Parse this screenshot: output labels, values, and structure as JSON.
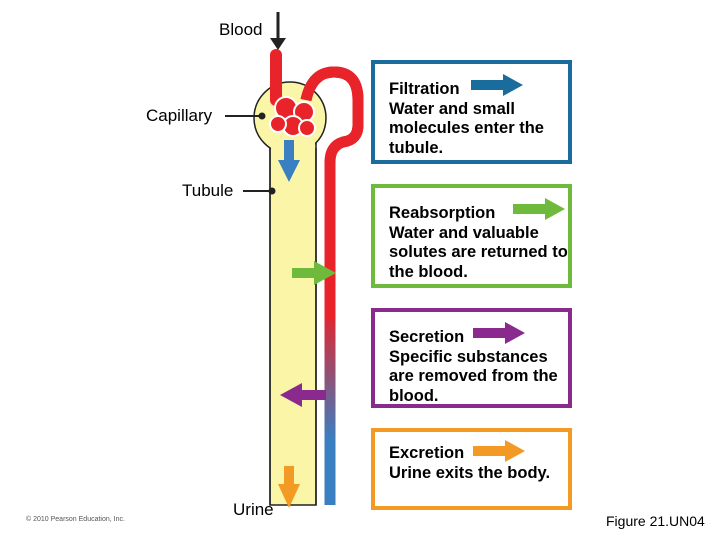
{
  "labels": {
    "blood": "Blood",
    "capillary": "Capillary",
    "tubule": "Tubule",
    "urine": "Urine"
  },
  "steps": [
    {
      "title": "Filtration",
      "description": "Water and small molecules enter the tubule.",
      "color": "#1a6c9c"
    },
    {
      "title": "Reabsorption",
      "description": "Water and valuable solutes are returned to the blood.",
      "color": "#6fba3c"
    },
    {
      "title": "Secretion",
      "description": "Specific substances are removed from the blood.",
      "color": "#8a2a8e"
    },
    {
      "title": "Excretion",
      "description": "Urine exits the body.",
      "color": "#f39a24"
    }
  ],
  "colors": {
    "blood": "#e8232a",
    "tubule_fill": "#fbf5a8",
    "tubule_outline": "#222222",
    "flow_blue": "#3a7fc1"
  },
  "footer": {
    "copyright": "© 2010 Pearson Education, Inc.",
    "figure": "Figure 21.UN04"
  }
}
